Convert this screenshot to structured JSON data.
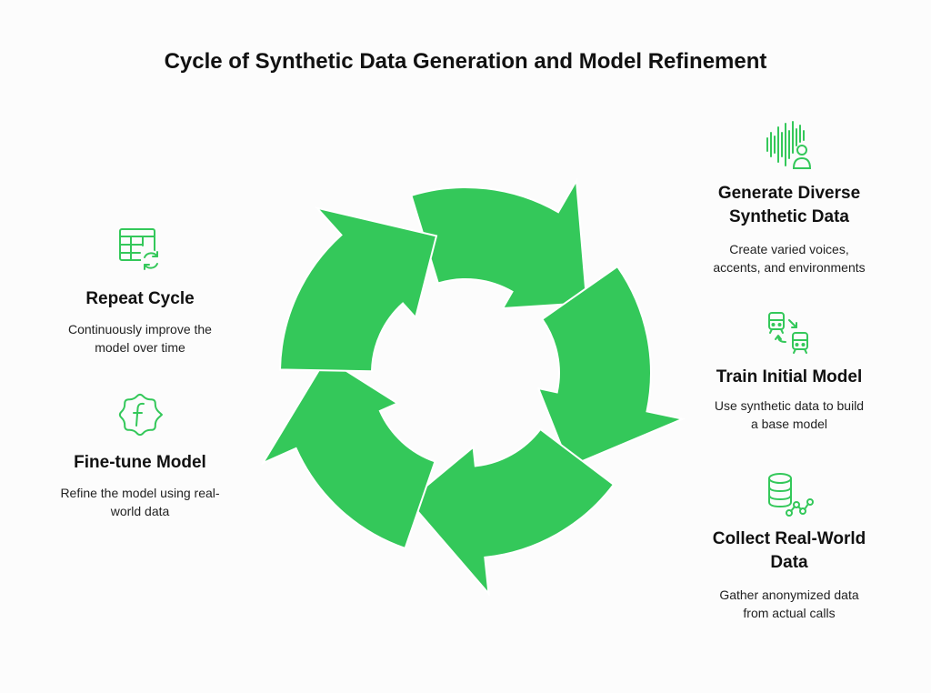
{
  "title": "Cycle of Synthetic Data Generation and Model Refinement",
  "colors": {
    "accent": "#34c85a",
    "outline": "#ffffff",
    "icon": "#34c85a"
  },
  "steps": [
    {
      "title_line1": "Generate Diverse",
      "title_line2": "Synthetic Data",
      "desc_line1": "Create varied voices,",
      "desc_line2": "accents, and environments",
      "icon": "voice-waveform-person-icon"
    },
    {
      "title_line1": "Train Initial Model",
      "desc_line1": "Use synthetic data to build",
      "desc_line2": "a base model",
      "icon": "train-transfer-icon"
    },
    {
      "title_line1": "Collect Real-World",
      "title_line2": "Data",
      "desc_line1": "Gather anonymized data",
      "desc_line2": "from actual calls",
      "icon": "database-network-icon"
    },
    {
      "title_line1": "Fine-tune Model",
      "desc_line1": "Refine the model using real-",
      "desc_line2": "world data",
      "icon": "function-gear-icon"
    },
    {
      "title_line1": "Repeat Cycle",
      "desc_line1": "Continuously improve the",
      "desc_line2": "model over time",
      "icon": "table-refresh-icon"
    }
  ]
}
